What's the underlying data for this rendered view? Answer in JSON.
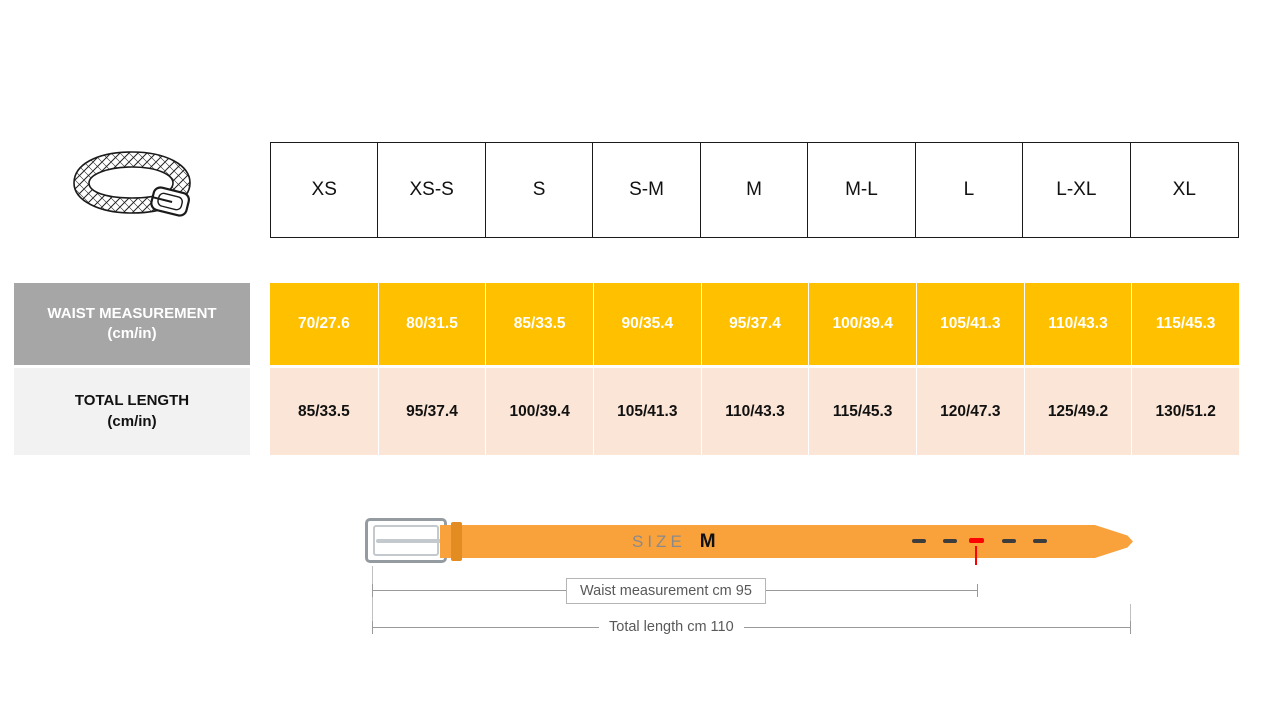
{
  "chart_data": {
    "type": "table",
    "columns": [
      "XS",
      "XS-S",
      "S",
      "S-M",
      "M",
      "M-L",
      "L",
      "L-XL",
      "XL"
    ],
    "rows": [
      {
        "label_line1": "WAIST MEASUREMENT",
        "label_line2": "(cm/in)",
        "values": [
          "70/27.6",
          "80/31.5",
          "85/33.5",
          "90/35.4",
          "95/37.4",
          "100/39.4",
          "105/41.3",
          "110/43.3",
          "115/45.3"
        ]
      },
      {
        "label_line1": "TOTAL LENGTH",
        "label_line2": "(cm/in)",
        "values": [
          "85/33.5",
          "95/37.4",
          "100/39.4",
          "105/41.3",
          "110/43.3",
          "115/45.3",
          "120/47.3",
          "125/49.2",
          "130/51.2"
        ]
      }
    ]
  },
  "diagram": {
    "size_word": "SIZE",
    "size_value": "M",
    "waist_annotation": "Waist measurement cm 95",
    "total_annotation": "Total length cm 110"
  },
  "colors": {
    "waist_row_bg": "#FFC000",
    "waist_header_bg": "#A6A6A6",
    "total_row_bg": "#FBE5D6",
    "total_header_bg": "#F2F2F2",
    "belt": "#F9A23C",
    "highlight_hole": "#FF0000"
  }
}
